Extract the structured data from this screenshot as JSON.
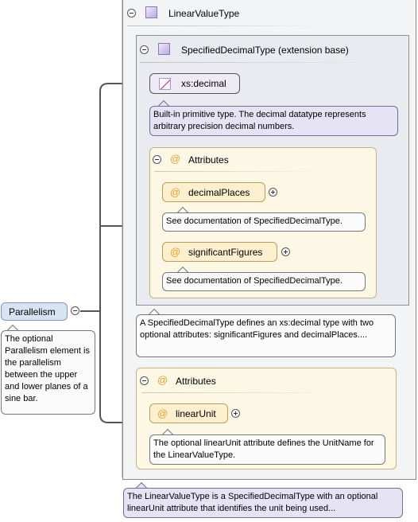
{
  "root": {
    "label": "Parallelism",
    "note": "The optional Parallelism element is the parallelism between the upper and lower planes of a sine bar."
  },
  "linear_value_type": {
    "title": "LinearValueType",
    "note": "The LinearValueType is a SpecifiedDecimalType with an optional linearUnit attribute that identifies the unit being used..."
  },
  "specified_decimal": {
    "title": "SpecifiedDecimalType (extension base)",
    "note": "A SpecifiedDecimalType defines an xs:decimal type with two optional attributes: significantFigures and decimalPlaces...."
  },
  "xs_decimal": {
    "label": "xs:decimal",
    "note": "Built-in primitive type. The decimal datatype represents arbitrary precision decimal numbers."
  },
  "inner_attributes": {
    "title": "Attributes",
    "items": [
      {
        "label": "decimalPlaces",
        "note": "See documentation of SpecifiedDecimalType."
      },
      {
        "label": "significantFigures",
        "note": "See documentation of SpecifiedDecimalType."
      }
    ]
  },
  "outer_attributes": {
    "title": "Attributes",
    "items": [
      {
        "label": "linearUnit",
        "note": "The optional linearUnit attribute defines the UnitName for the LinearValueType."
      }
    ]
  },
  "icons": {
    "collapse": "minus-circle-icon",
    "expand": "plus-circle-icon",
    "complex_type": "complex-type-icon",
    "simple_type": "simple-type-icon",
    "attribute": "at-sign-icon"
  },
  "colors": {
    "root_fill": "#d8e3f4",
    "attribute_fill": "#fdf7e6",
    "attribute_chip": "#fdf0cf",
    "note_lavender": "#e6e3f4",
    "at_sign": "#e8a030"
  }
}
